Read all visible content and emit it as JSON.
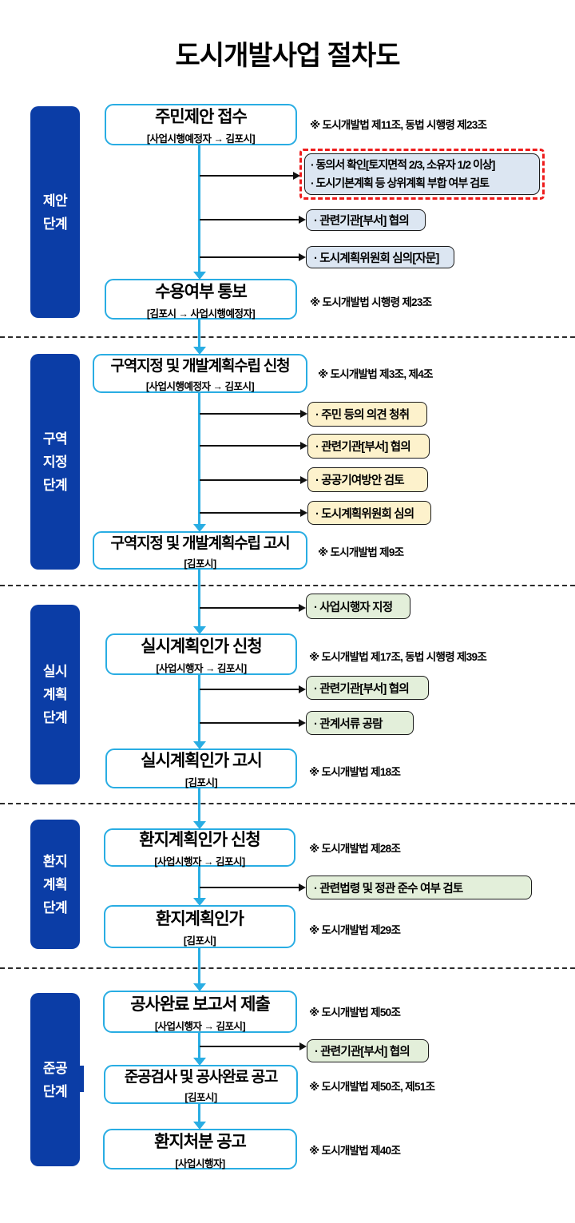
{
  "title": "도시개발사업 절차도",
  "colors": {
    "stage_bg": "#0b3da6",
    "flow_border": "#29ade3",
    "arrow_black": "#111111",
    "note_blue": "#dce6f2",
    "note_cream": "#fdf2cc",
    "note_green": "#e3efda",
    "alert_red": "#ee1c1c"
  },
  "stages": {
    "proposal": [
      "제안",
      "단계"
    ],
    "district": [
      "구역",
      "지정",
      "단계"
    ],
    "implementation": [
      "실시",
      "계획",
      "단계"
    ],
    "replotting": [
      "환지",
      "계획",
      "단계"
    ],
    "completion": [
      "준공",
      "단계"
    ]
  },
  "boxes": {
    "a": {
      "title": "주민제안 접수",
      "sub": "[사업시행예정자 → 김포시]",
      "ref": "※ 도시개발법 제11조, 동법 시행령 제23조"
    },
    "b": {
      "title": "수용여부 통보",
      "sub": "[김포시 → 사업시행예정자]",
      "ref": "※ 도시개발법 시행령 제23조"
    },
    "c": {
      "title": "구역지정 및 개발계획수립 신청",
      "sub": "[사업시행예정자 → 김포시]",
      "ref": "※ 도시개발법 제3조, 제4조"
    },
    "d": {
      "title": "구역지정 및 개발계획수립 고시",
      "sub": "[김포시]",
      "ref": "※ 도시개발법 제9조"
    },
    "e": {
      "title": "실시계획인가 신청",
      "sub": "[사업시행자 → 김포시]",
      "ref": "※ 도시개발법 제17조, 동법 시행령 제39조"
    },
    "f": {
      "title": "실시계획인가 고시",
      "sub": "[김포시]",
      "ref": "※ 도시개발법 제18조"
    },
    "g": {
      "title": "환지계획인가 신청",
      "sub": "[사업시행자 → 김포시]",
      "ref": "※ 도시개발법 제28조"
    },
    "h": {
      "title": "환지계획인가",
      "sub": "[김포시]",
      "ref": "※ 도시개발법 제29조"
    },
    "i": {
      "title": "공사완료 보고서 제출",
      "sub": "[사업시행자 → 김포시]",
      "ref": "※ 도시개발법 제50조"
    },
    "j": {
      "title": "준공검사 및 공사완료 공고",
      "sub": "[김포시]",
      "ref": "※ 도시개발법 제50조, 제51조"
    },
    "k": {
      "title": "환지처분 공고",
      "sub": "[사업시행자]",
      "ref": "※ 도시개발법 제40조"
    }
  },
  "notes": {
    "consent1": "· 동의서 확인[토지면적 2/3, 소유자 1/2 이상]",
    "consent2": "· 도시기본계획 등 상위계획 부합 여부 검토",
    "agency1": "· 관련기관[부서] 협의",
    "committee_advice": "· 도시계획위원회 심의[자문]",
    "opinion": "· 주민 등의 의견 청취",
    "agency2": "· 관련기관[부서] 협의",
    "public_contrib": "· 공공기여방안 검토",
    "committee": "· 도시계획위원회 심의",
    "developer": "· 사업시행자 지정",
    "agency3": "· 관련기관[부서] 협의",
    "documents": "· 관계서류 공람",
    "law_check": "· 관련법령 및 정관 준수 여부 검토",
    "agency4": "· 관련기관[부서] 협의"
  }
}
